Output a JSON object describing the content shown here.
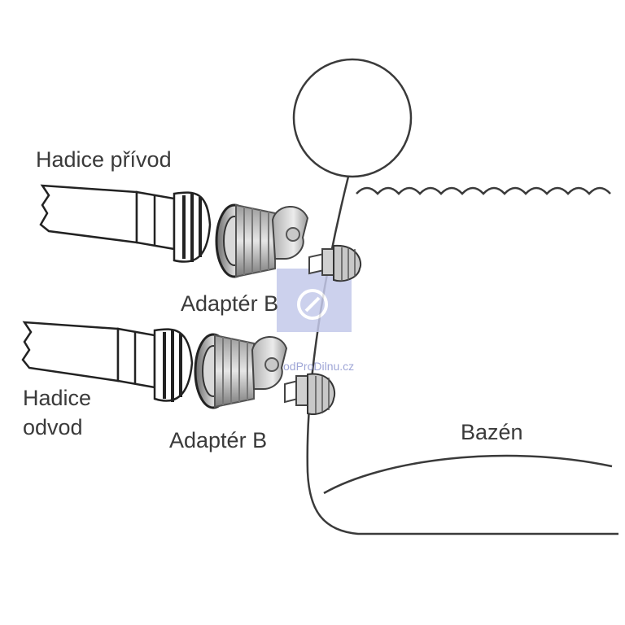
{
  "labels": {
    "inlet_hose": "Hadice přívod",
    "outlet_hose_line1": "Hadice",
    "outlet_hose_line2": "odvod",
    "adapter_top": "Adaptér B",
    "adapter_bottom": "Adaptér B",
    "pool": "Bazén"
  },
  "watermark": {
    "text": "odProDilnu.cz"
  },
  "colors": {
    "line": "#3a3a3a",
    "watermark": "#c4c9ea"
  }
}
